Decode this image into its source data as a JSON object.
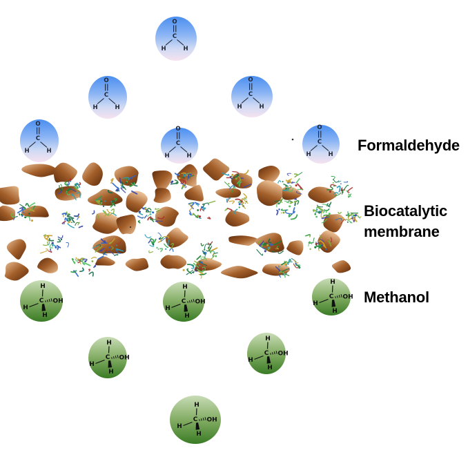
{
  "diagram": {
    "labels": {
      "formaldehyde": "Formaldehyde",
      "membrane_line1": "Biocatalytic",
      "membrane_line2": "membrane",
      "methanol": "Methanol"
    },
    "molecules": {
      "formaldehyde": {
        "count": 6,
        "atoms": {
          "o": "O",
          "c": "C",
          "h_left": "H",
          "h_right": "H"
        }
      },
      "methanol": {
        "count": 6,
        "atoms": {
          "h_top": "H",
          "c": "C",
          "h_left": "H",
          "h_bottom": "H",
          "oh": "OH"
        }
      }
    },
    "colors": {
      "formaldehyde_sphere_top": "#4a8ef0",
      "formaldehyde_sphere_bottom": "#f6e2f0",
      "methanol_sphere_top": "#c8dcb6",
      "methanol_sphere_bottom": "#3a7c25",
      "membrane_dark_brown": "#5f2d0c",
      "membrane_mid_brown": "#a35f2a",
      "membrane_light_tan": "#e9bd92",
      "protein_green": "#2f9e44",
      "protein_blue": "#2c66c9",
      "protein_teal": "#2a9db5",
      "label_color": "#000000"
    }
  }
}
